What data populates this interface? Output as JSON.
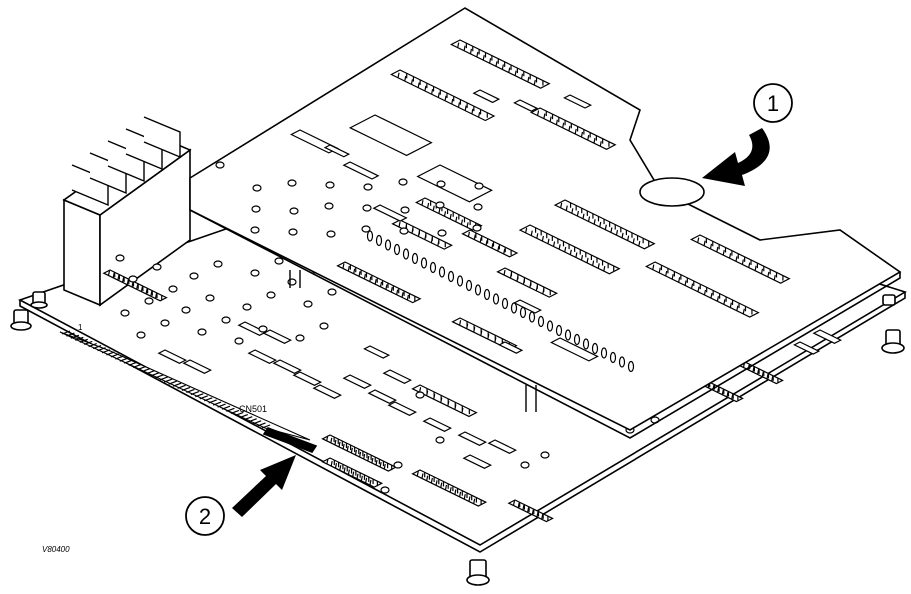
{
  "callouts": [
    {
      "number": "1",
      "icon": "arrow-icon"
    },
    {
      "number": "2",
      "icon": "arrow-icon"
    }
  ],
  "connector_label": "CN501",
  "pin_marker": "1",
  "figure_code": "V80400",
  "colors": {
    "line": "#000000",
    "background": "#ffffff"
  }
}
